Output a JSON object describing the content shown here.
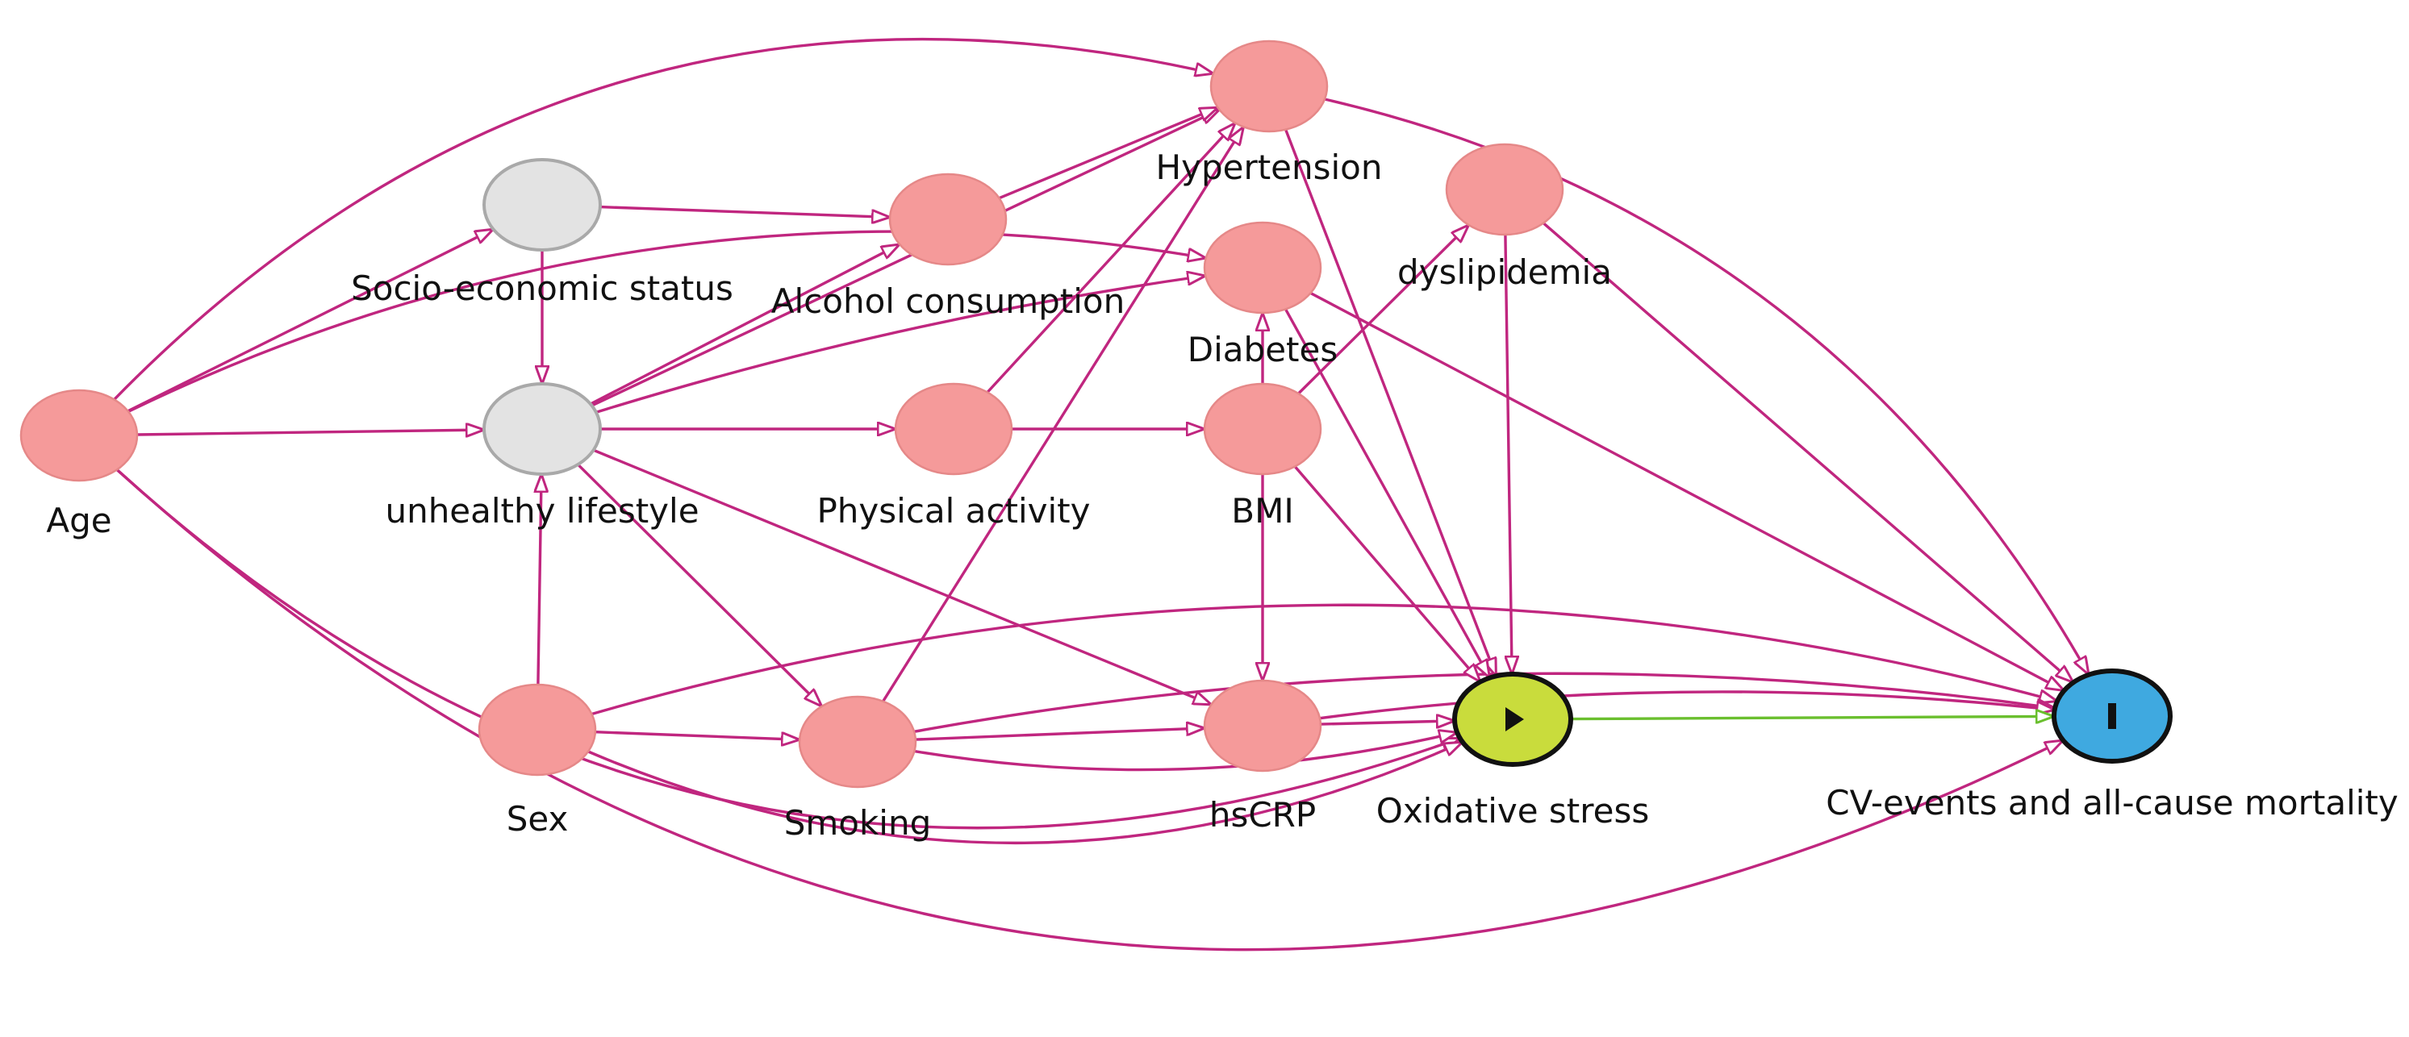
{
  "colors": {
    "arrow": "#c0267f",
    "causal_path": "#6abf2e",
    "adjusted_node": "#f59a9a",
    "adjusted_border": "#e58888",
    "latent_node": "#e3e3e3",
    "latent_border": "#a9a9a9",
    "exposure_node": "#c9dc3c",
    "outcome_node": "#3fa9e0"
  },
  "nodes": [
    {
      "id": "age",
      "label": "Age",
      "kind": "adjusted"
    },
    {
      "id": "ses",
      "label": "Socio-economic status",
      "kind": "latent"
    },
    {
      "id": "unhealthy",
      "label": "unhealthy lifestyle",
      "kind": "latent"
    },
    {
      "id": "alcohol",
      "label": "Alcohol consumption",
      "kind": "adjusted"
    },
    {
      "id": "hypertension",
      "label": "Hypertension",
      "kind": "adjusted"
    },
    {
      "id": "diabetes",
      "label": "Diabetes",
      "kind": "adjusted"
    },
    {
      "id": "dyslipidemia",
      "label": "dyslipidemia",
      "kind": "adjusted"
    },
    {
      "id": "physical",
      "label": "Physical activity",
      "kind": "adjusted"
    },
    {
      "id": "bmi",
      "label": "BMI",
      "kind": "adjusted"
    },
    {
      "id": "sex",
      "label": "Sex",
      "kind": "adjusted"
    },
    {
      "id": "smoking",
      "label": "Smoking",
      "kind": "adjusted"
    },
    {
      "id": "hscrp",
      "label": "hsCRP",
      "kind": "adjusted"
    },
    {
      "id": "oxidative",
      "label": "Oxidative stress",
      "kind": "exposure",
      "icon": "play-icon"
    },
    {
      "id": "outcome",
      "label": "CV-events and all-cause mortality",
      "kind": "outcome",
      "icon": "outcome-bar-icon"
    }
  ],
  "edges": [
    {
      "from": "age",
      "to": "ses"
    },
    {
      "from": "age",
      "to": "unhealthy"
    },
    {
      "from": "age",
      "to": "hypertension"
    },
    {
      "from": "age",
      "to": "diabetes"
    },
    {
      "from": "age",
      "to": "oxidative"
    },
    {
      "from": "age",
      "to": "outcome"
    },
    {
      "from": "ses",
      "to": "unhealthy"
    },
    {
      "from": "ses",
      "to": "alcohol"
    },
    {
      "from": "unhealthy",
      "to": "alcohol"
    },
    {
      "from": "unhealthy",
      "to": "hypertension"
    },
    {
      "from": "unhealthy",
      "to": "diabetes"
    },
    {
      "from": "unhealthy",
      "to": "physical"
    },
    {
      "from": "unhealthy",
      "to": "smoking"
    },
    {
      "from": "unhealthy",
      "to": "hscrp"
    },
    {
      "from": "alcohol",
      "to": "hypertension"
    },
    {
      "from": "physical",
      "to": "hypertension"
    },
    {
      "from": "physical",
      "to": "bmi"
    },
    {
      "from": "smoking",
      "to": "hypertension"
    },
    {
      "from": "sex",
      "to": "unhealthy"
    },
    {
      "from": "sex",
      "to": "smoking"
    },
    {
      "from": "sex",
      "to": "outcome"
    },
    {
      "from": "sex",
      "to": "oxidative"
    },
    {
      "from": "smoking",
      "to": "hscrp"
    },
    {
      "from": "smoking",
      "to": "oxidative"
    },
    {
      "from": "smoking",
      "to": "outcome"
    },
    {
      "from": "bmi",
      "to": "diabetes"
    },
    {
      "from": "bmi",
      "to": "dyslipidemia"
    },
    {
      "from": "bmi",
      "to": "hscrp"
    },
    {
      "from": "bmi",
      "to": "oxidative"
    },
    {
      "from": "hscrp",
      "to": "oxidative"
    },
    {
      "from": "hscrp",
      "to": "outcome"
    },
    {
      "from": "hypertension",
      "to": "oxidative"
    },
    {
      "from": "hypertension",
      "to": "outcome"
    },
    {
      "from": "diabetes",
      "to": "oxidative"
    },
    {
      "from": "diabetes",
      "to": "outcome"
    },
    {
      "from": "dyslipidemia",
      "to": "oxidative"
    },
    {
      "from": "dyslipidemia",
      "to": "outcome"
    },
    {
      "from": "oxidative",
      "to": "outcome",
      "causal": true
    }
  ]
}
